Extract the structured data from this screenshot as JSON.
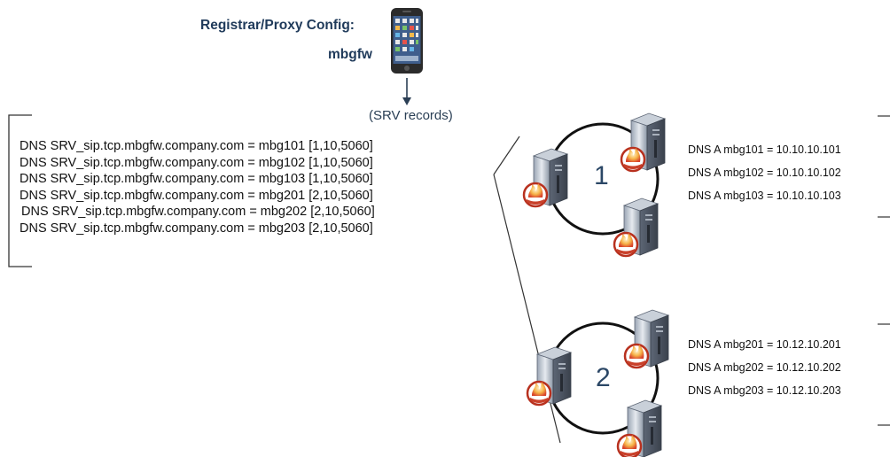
{
  "config": {
    "title": "Registrar/Proxy Config:",
    "name": "mbgfw"
  },
  "srv_label": "(SRV records)",
  "srv_records": [
    {
      "record": "DNS SRV_sip.tcp.mbgfw.company.com",
      "eq": "=",
      "value": "mbg101 [1,10,5060]"
    },
    {
      "record": "DNS SRV_sip.tcp.mbgfw.company.com",
      "eq": "=",
      "value": "mbg102 [1,10,5060]"
    },
    {
      "record": "DNS SRV_sip.tcp.mbgfw.company.com",
      "eq": "=",
      "value": "mbg103 [1,10,5060]"
    },
    {
      "record": "DNS SRV_sip.tcp.mbgfw.company.com",
      "eq": "=",
      "value": "mbg201 [2,10,5060]"
    },
    {
      "record": "DNS SRV_sip.tcp.mbgfw.company.com",
      "eq": "=",
      "value": "mbg202 [2,10,5060]"
    },
    {
      "record": "DNS SRV_sip.tcp.mbgfw.company.com",
      "eq": "=",
      "value": "mbg203 [2,10,5060]"
    }
  ],
  "clusters": [
    {
      "number": "1",
      "a_records": [
        "DNS A mbg101 = 10.10.10.101",
        "DNS A mbg102 = 10.10.10.102",
        "DNS A mbg103 = 10.10.10.103"
      ]
    },
    {
      "number": "2",
      "a_records": [
        "DNS A mbg201 = 10.12.10.201",
        "DNS A mbg202 = 10.12.10.202",
        "DNS A mbg203 = 10.12.10.203"
      ]
    }
  ],
  "icons": {
    "phone": "smartphone-icon",
    "server": "firewall-server-icon"
  }
}
